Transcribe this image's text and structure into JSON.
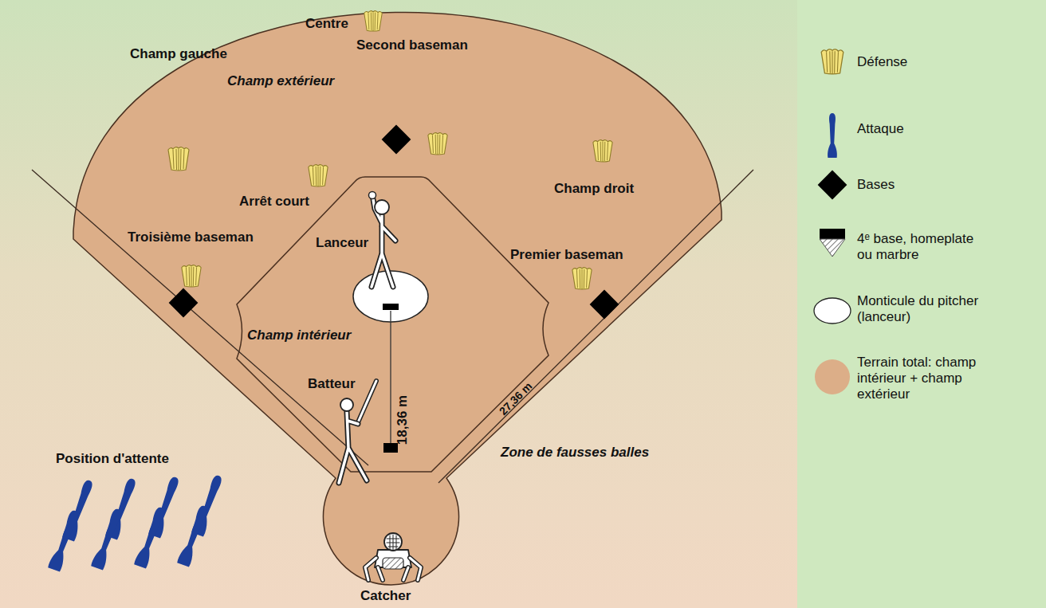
{
  "diagram": {
    "nodes": [
      {
        "text": [
          "Champ extérieur"
        ]
      },
      {
        "text": [
          "Champ intérieur"
        ],
        "in": 0
      }
    ],
    "labels": [
      "Centre",
      "Champ gauche",
      "Second baseman",
      "Arrêt court",
      "Champ droit",
      "Troisième baseman",
      "Lanceur",
      "Premier baseman",
      "Batteur",
      "18,36 m",
      "27,36 m",
      "Position d'attente",
      "Zone de fausses balles",
      "Catcher"
    ],
    "legend": [
      {
        "text": "Défense"
      },
      {
        "text": "Attaque"
      },
      {
        "text": "Bases"
      },
      {
        "text": "4ᵉ base, homeplate ou marbre"
      },
      {
        "text": "Monticule du pitcher (lanceur)"
      },
      {
        "text": "Terrain total: champ intérieur + champ extérieur",
        "color": "#dcae88"
      }
    ]
  }
}
